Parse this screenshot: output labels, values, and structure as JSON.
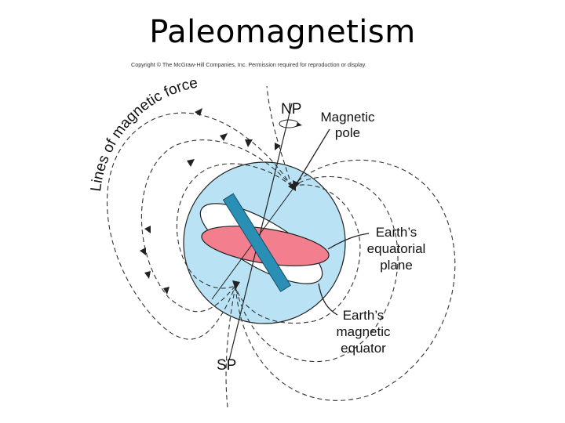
{
  "title": "Paleomagnetism",
  "copyright": "Copyright © The McGraw-Hill Companies, Inc. Permission required for reproduction or display.",
  "labels": {
    "lines_of_force": "Lines of magnetic force",
    "np": "NP",
    "magnetic_pole": [
      "Magnetic",
      "pole"
    ],
    "equatorial_plane": [
      "Earth’s",
      "equatorial",
      "plane"
    ],
    "magnetic_equator": [
      "Earth’s",
      "magnetic",
      "equator"
    ],
    "sp": "SP"
  },
  "colors": {
    "earth": "#b9e3f5",
    "equatorial_plane": "#f27e8e",
    "magnet": "#2a8fb5",
    "lines": "#333333"
  }
}
